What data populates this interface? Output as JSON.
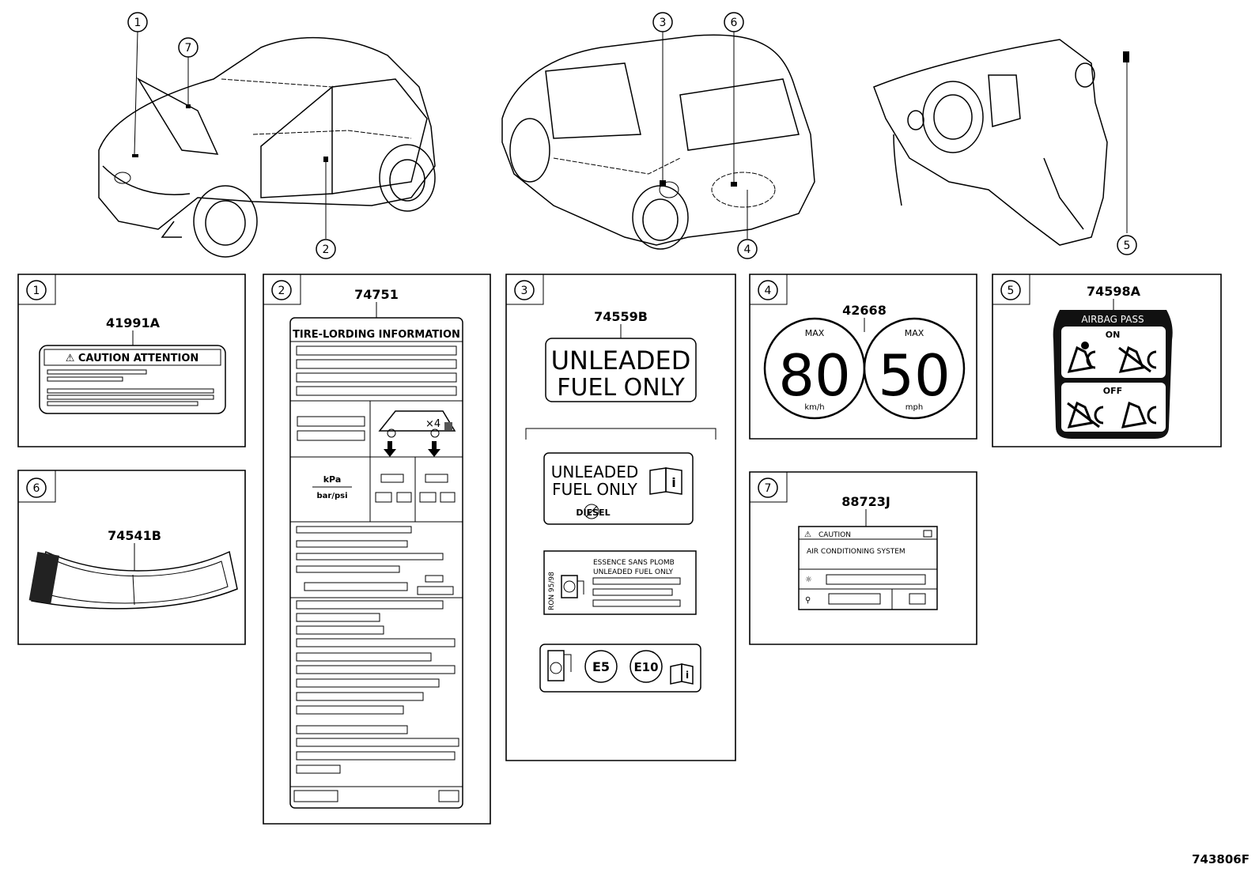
{
  "diagram_id": "743806F",
  "callouts": {
    "c1": "1",
    "c2": "2",
    "c3": "3",
    "c4": "4",
    "c5": "5",
    "c6": "6",
    "c7": "7"
  },
  "panels": {
    "p1": {
      "number": "1",
      "part_no": "41991A",
      "label_title": "⚠ CAUTION ATTENTION"
    },
    "p2": {
      "number": "2",
      "part_no": "74751",
      "label_title": "TIRE-LORDING INFORMATION",
      "units_kpa": "kPa",
      "units_bar": "bar/psi",
      "occupants": "×4"
    },
    "p3": {
      "number": "3",
      "part_no": "74559B",
      "big_line1": "UNLEADED",
      "big_line2": "FUEL ONLY",
      "small_line1": "UNLEADED",
      "small_line2": "FUEL ONLY",
      "diesel": "DIESEL",
      "ron": "RON 95/98",
      "essence": "ESSENCE SANS PLOMB",
      "unleaded_small": "UNLEADED FUEL ONLY",
      "e5": "E5",
      "e10": "E10"
    },
    "p4": {
      "number": "4",
      "part_no": "42668",
      "max1": "MAX",
      "speed1": "80",
      "unit1": "km/h",
      "max2": "MAX",
      "speed2": "50",
      "unit2": "mph"
    },
    "p5": {
      "number": "5",
      "part_no": "74598A",
      "title": "AIRBAG PASS",
      "on": "ON",
      "off": "OFF"
    },
    "p6": {
      "number": "6",
      "part_no": "74541B"
    },
    "p7": {
      "number": "7",
      "part_no": "88723J",
      "caution": "CAUTION",
      "system": "AIR CONDITIONING SYSTEM"
    }
  }
}
